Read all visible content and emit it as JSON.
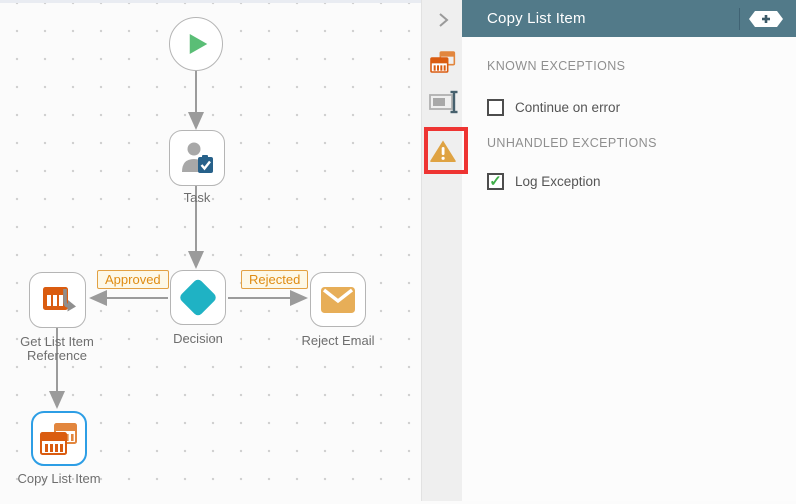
{
  "canvas": {
    "task_label": "Task",
    "decision_label": "Decision",
    "approved_label": "Approved",
    "rejected_label": "Rejected",
    "get_list_item_label_line1": "Get List Item",
    "get_list_item_label_line2": "Reference",
    "reject_email_label": "Reject Email",
    "copy_list_item_label": "Copy List Item"
  },
  "panel": {
    "title": "Copy List Item",
    "known_exceptions_heading": "KNOWN EXCEPTIONS",
    "continue_on_error": {
      "label": "Continue on error",
      "checked": false
    },
    "unhandled_exceptions_heading": "UNHANDLED EXCEPTIONS",
    "log_exception": {
      "label": "Log Exception",
      "checked": true
    }
  },
  "icons": {
    "start": "play-icon",
    "task": "user-task-icon",
    "decision": "diamond-icon",
    "get_list_item": "list-reference-icon",
    "reject_email": "envelope-icon",
    "copy_list_item": "copy-list-icon",
    "rail_collapse": "chevron-right-icon",
    "rail_step": "copy-list-icon",
    "rail_rename": "rename-icon",
    "rail_exceptions": "warning-icon",
    "header_add": "add-icon"
  },
  "colors": {
    "panel_header_teal": "#527a89",
    "icon_orange": "#da5c10",
    "envelope_orange": "#e7ae58",
    "diamond_teal": "#1fb2c4",
    "play_green": "#5abe76",
    "selected_blue": "#2d9ee5",
    "annotation_red": "#ee3432",
    "check_green": "#3fae49",
    "branch_label_orange": "#df8c13",
    "arrow_gray": "#9b9b9b"
  }
}
